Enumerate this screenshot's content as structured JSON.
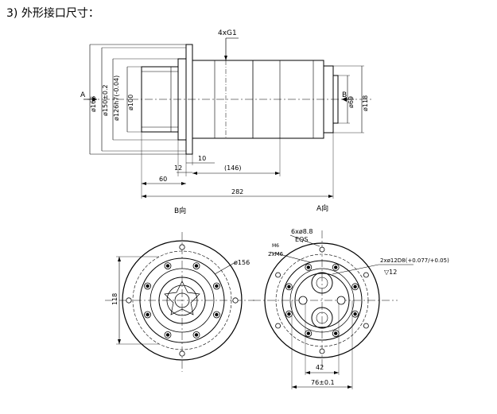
{
  "heading": "3) 外形接口尺寸：",
  "side_view": {
    "thread_callout": "4xG1",
    "side_label_a": "A",
    "side_label_b": "B",
    "dia_166": "ø166",
    "dia_150": "ø150±0.2",
    "dia_126": "ø126h7(-0.04)",
    "dia_100": "ø100",
    "dia_69": "ø69",
    "dia_118": "ø118",
    "dim_12": "12",
    "dim_10": "10",
    "dim_146": "(146)",
    "dim_60": "60",
    "dim_282": "282",
    "view_b": "B向",
    "view_a": "A向"
  },
  "view_b": {
    "dia_156": "ø156",
    "dim_118": "118"
  },
  "view_a": {
    "holes": "6xø8.8",
    "eqs": "EQS",
    "flat_top": "M6",
    "flat_bottom": "2xM6",
    "pin_holes": "2xø12D8(+0.077/+0.05)",
    "pin_depth": "▽12",
    "dim_42": "42",
    "dim_76": "76±0.1"
  }
}
